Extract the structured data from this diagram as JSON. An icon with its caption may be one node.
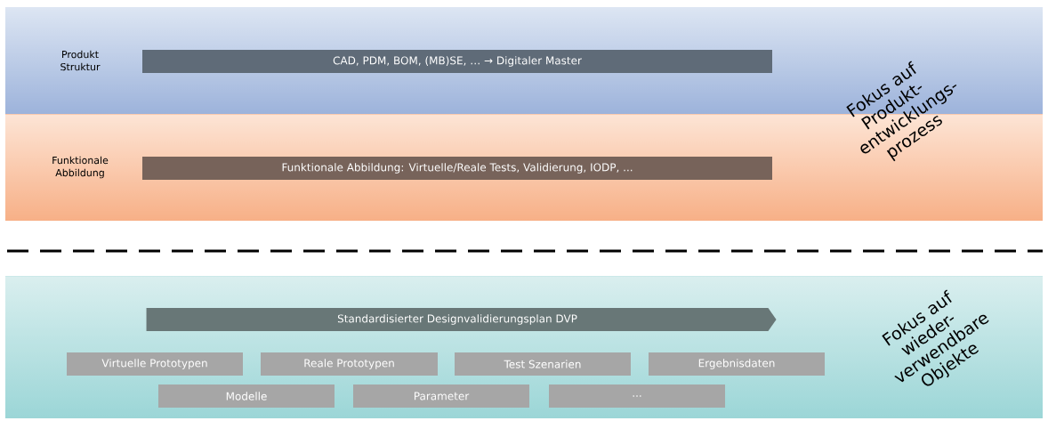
{
  "diagram": {
    "nodes": [
      {
        "text": [
          "Produkt Struktur"
        ]
      },
      {
        "text": [
          "CAD, PDM, BOM, (MB)SE, … → Digitaler Master"
        ],
        "in": 0
      },
      {
        "text": [
          "Funktionale Abbildung"
        ]
      },
      {
        "text": [
          "Funktionale Abbildung: Virtuelle/Reale Tests, Validierung, IODP, ..."
        ],
        "in": 2
      },
      {
        "text": [],
        "shape": "band"
      },
      {
        "text": [
          "Standardisierter Designvalidierungsplan DVP"
        ],
        "in": 4
      },
      {
        "text": [
          "Virtuelle Prototypen"
        ],
        "in": 4
      },
      {
        "text": [
          "Reale Prototypen"
        ],
        "in": 4
      },
      {
        "text": [
          "Test Szenarien"
        ],
        "in": 4
      },
      {
        "text": [
          "Ergebnisdaten"
        ],
        "in": 4
      },
      {
        "text": [
          "Modelle"
        ],
        "in": 4
      },
      {
        "text": [
          "Parameter"
        ],
        "in": 4
      },
      {
        "text": [
          "..."
        ],
        "in": 4
      }
    ],
    "labels": [
      "Fokus auf Produkt- entwicklungs- prozess",
      "Fokus auf wieder- verwendbare Objekte"
    ]
  }
}
